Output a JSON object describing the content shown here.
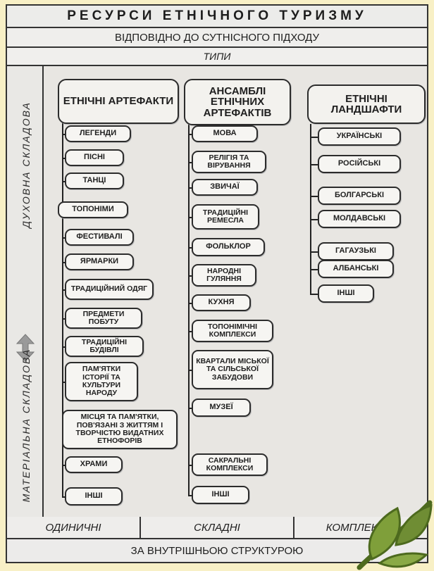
{
  "diagram": {
    "title": "РЕСУРСИ ЕТНІЧНОГО ТУРИЗМУ",
    "subtitle": "ВІДПОВІДНО ДО СУТНІСНОГО ПІДХОДУ",
    "types_label": "ТИПИ",
    "side_labels": {
      "spiritual": "ДУХОВНА СКЛАДОВА",
      "material": "МАТЕРІАЛЬНА СКЛАДОВА"
    },
    "columns": [
      {
        "header": "ЕТНІЧНІ АРТЕФАКТИ",
        "items": [
          "Легенди",
          "Пісні",
          "Танці",
          "Топоніми",
          "Фестивалі",
          "Ярмарки",
          "Традиційний одяг",
          "Предмети побуту",
          "Традиційні будівлі",
          "Пам'ятки історії та культури народу",
          "Місця та пам'ятки, пов'язані з життям і творчістю видатних етнофорів",
          "Храми",
          "Інші"
        ]
      },
      {
        "header": "АНСАМБЛІ ЕТНІЧНИХ АРТЕФАКТІВ",
        "items": [
          "Мова",
          "Релігія та вірування",
          "Звичаї",
          "Традиційні ремесла",
          "Фольклор",
          "Народні гуляння",
          "Кухня",
          "Топонімічні комплекси",
          "Квартали міської та сільської забудови",
          "Музеї",
          "Сакральні комплекси",
          "Інші"
        ]
      },
      {
        "header": "ЕТНІЧНІ ЛАНДШАФТИ",
        "items": [
          "Українські",
          "Російські",
          "Болгарські",
          "Молдавські",
          "Гагаузькі",
          "Албанські",
          "Інші"
        ]
      }
    ],
    "bottom_types": [
      "ОДИНИЧНІ",
      "СКЛАДНІ",
      "КОМПЛЕКСНІ"
    ],
    "footer": "ЗА ВНУТРІШНЬОЮ СТРУКТУРОЮ"
  },
  "colors": {
    "page_background": "#f8f0c6",
    "diagram_background": "#e8e6e2",
    "line_color": "#222222",
    "arrow_color": "#9a9a9a",
    "leaf_color": "#6f8d34"
  },
  "icons": {
    "arrow": "double-arrow-icon",
    "leaf": "leaf-decoration-icon"
  }
}
